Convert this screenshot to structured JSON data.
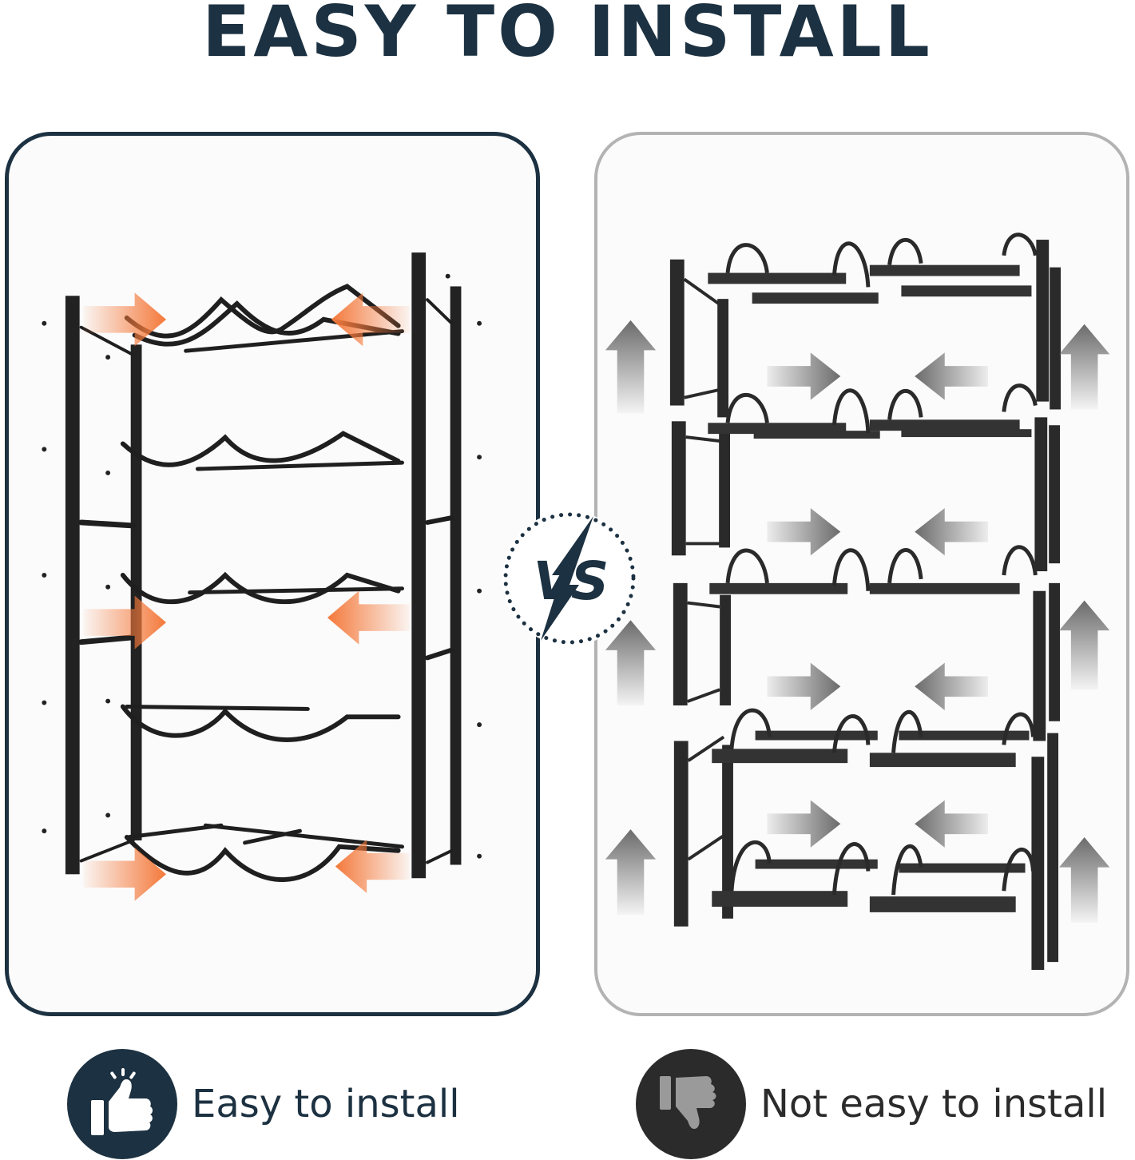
{
  "headline": "EASY TO INSTALL",
  "vs_text": "VS",
  "left_label": "Easy to install",
  "right_label": "Not easy to install",
  "colors": {
    "navy": "#1c3141",
    "orange": "#f4793b",
    "gray_arrow": "#6b6b6b",
    "dark_gray": "#2b2b2b",
    "panel_gray_border": "#b3b3b3",
    "panel_bg": "#fbfbfb",
    "rack_metal": "#1f1f1f"
  },
  "icons": {
    "left": "thumbs-up-icon",
    "right": "thumbs-down-icon"
  }
}
